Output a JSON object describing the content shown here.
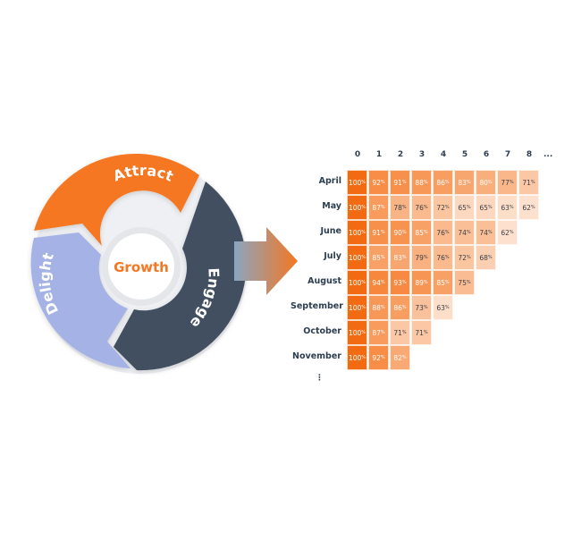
{
  "cycle": {
    "center_label": "Growth",
    "segments": [
      {
        "label": "Attract",
        "color": "#f57722"
      },
      {
        "label": "Engage",
        "color": "#425060"
      },
      {
        "label": "Delight",
        "color": "#a4b2e5"
      }
    ],
    "center_text_color": "#f57722"
  },
  "arrow": {
    "gradient_start": "#8aa6c1",
    "gradient_end": "#f57722"
  },
  "chart_data": {
    "type": "heatmap",
    "title": "",
    "columns": [
      "0",
      "1",
      "2",
      "3",
      "4",
      "5",
      "6",
      "7",
      "8"
    ],
    "columns_more": "...",
    "rows": [
      {
        "label": "April",
        "values": [
          100,
          92,
          91,
          88,
          86,
          83,
          80,
          77,
          71
        ]
      },
      {
        "label": "May",
        "values": [
          100,
          87,
          78,
          76,
          72,
          65,
          65,
          63,
          62
        ]
      },
      {
        "label": "June",
        "values": [
          100,
          91,
          90,
          85,
          76,
          74,
          74,
          62
        ]
      },
      {
        "label": "July",
        "values": [
          100,
          85,
          83,
          79,
          76,
          72,
          68
        ]
      },
      {
        "label": "August",
        "values": [
          100,
          94,
          93,
          89,
          85,
          75
        ]
      },
      {
        "label": "September",
        "values": [
          100,
          88,
          86,
          73,
          63
        ]
      },
      {
        "label": "October",
        "values": [
          100,
          87,
          71,
          71
        ]
      },
      {
        "label": "November",
        "values": [
          100,
          92,
          82
        ]
      }
    ],
    "rows_more": "⋮",
    "unit": "%",
    "color_high": "#f57722",
    "color_low": "#fde6d6"
  }
}
